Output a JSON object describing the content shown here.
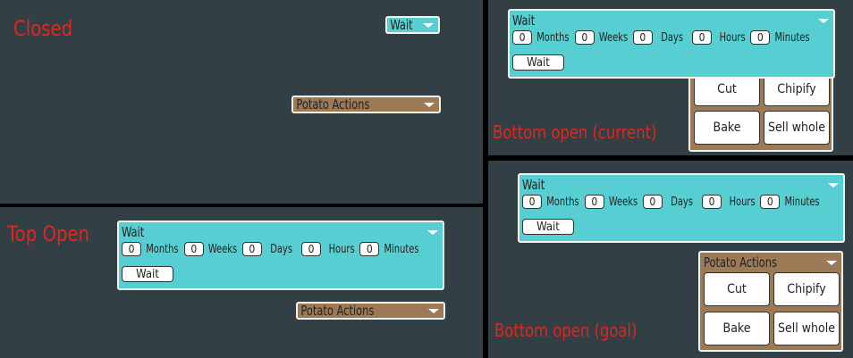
{
  "labels": {
    "closed": "Closed",
    "top_open": "Top Open",
    "bottom_current": "Bottom open (current)",
    "bottom_goal": "Bottom open (goal)"
  },
  "wait": {
    "title": "Wait",
    "months_value": "0",
    "months_label": "Months",
    "weeks_value": "0",
    "weeks_label": "Weeks",
    "days_value": "0",
    "days_label": "Days",
    "hours_value": "0",
    "hours_label": "Hours",
    "minutes_value": "0",
    "minutes_label": "Minutes",
    "button": "Wait"
  },
  "potato": {
    "title": "Potato Actions",
    "cut": "Cut",
    "chipify": "Chipify",
    "bake": "Bake",
    "sell_whole": "Sell whole"
  },
  "colors": {
    "background": "#323f45",
    "label": "#e0271f",
    "wait_panel": "#57cfd2",
    "potato_panel": "#9c7a56"
  },
  "icons": {
    "dropdown": "chevron-down-icon"
  }
}
